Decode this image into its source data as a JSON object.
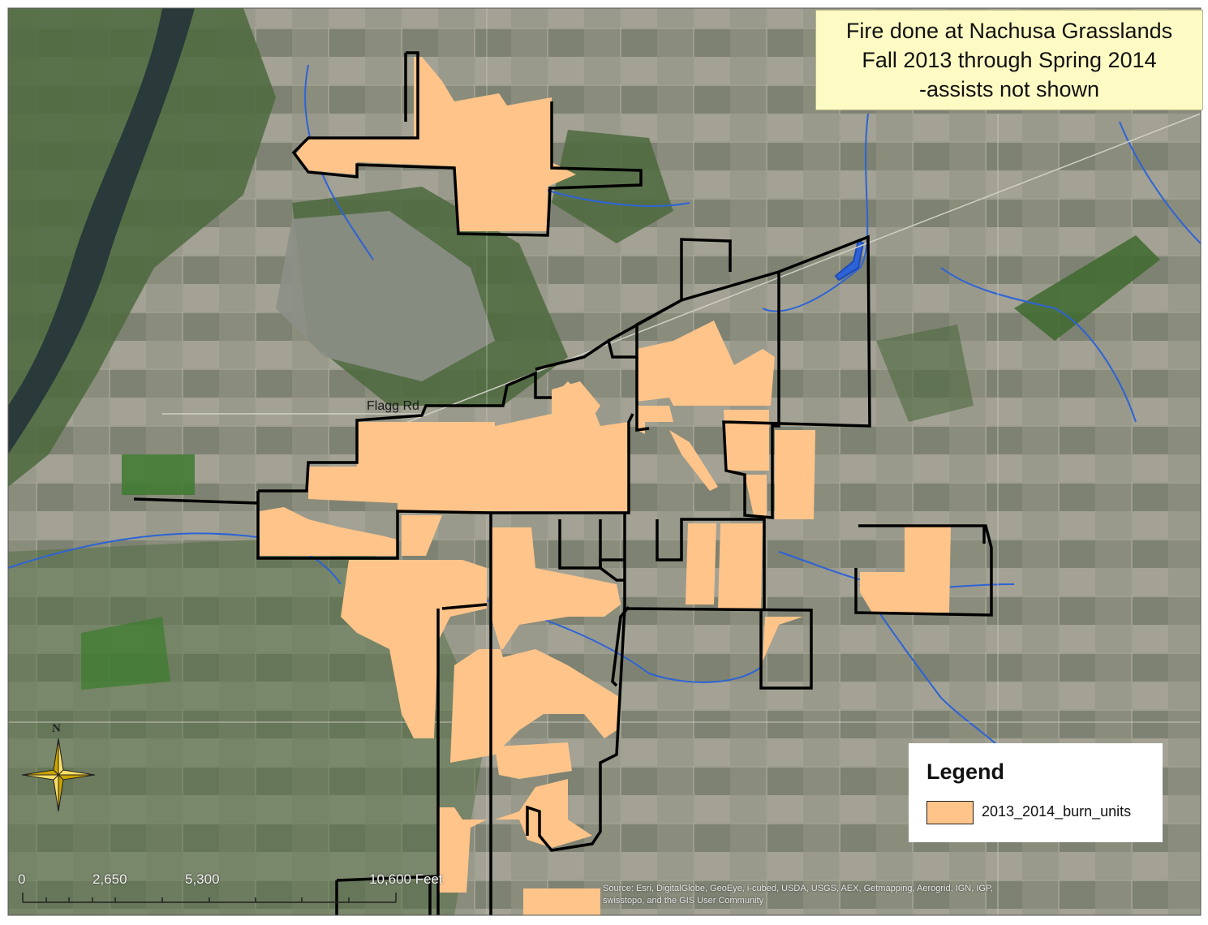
{
  "title": {
    "line1": "Fire done at Nachusa Grasslands",
    "line2": "Fall 2013 through Spring 2014",
    "line3": "-assists not shown"
  },
  "legend": {
    "heading": "Legend",
    "item_label": "2013_2014_burn_units",
    "item_color": "#ffc48a"
  },
  "map": {
    "road_label": "Flagg Rd",
    "north_label": "N",
    "scale_bar": {
      "tick0": "0",
      "tick1": "2,650",
      "tick2": "5,300",
      "tick3": "10,600 Feet"
    },
    "source_line1": "Source: Esri, DigitalGlobe, GeoEye, i-cubed, USDA, USGS, AEX, Getmapping, Aerogrid, IGN, IGP,",
    "source_line2": "swisstopo, and the GIS User Community"
  },
  "colors": {
    "burn_fill": "#ffc48a",
    "boundary": "#000000",
    "water": "#2d63d6",
    "title_bg": "#fdfbc3"
  }
}
